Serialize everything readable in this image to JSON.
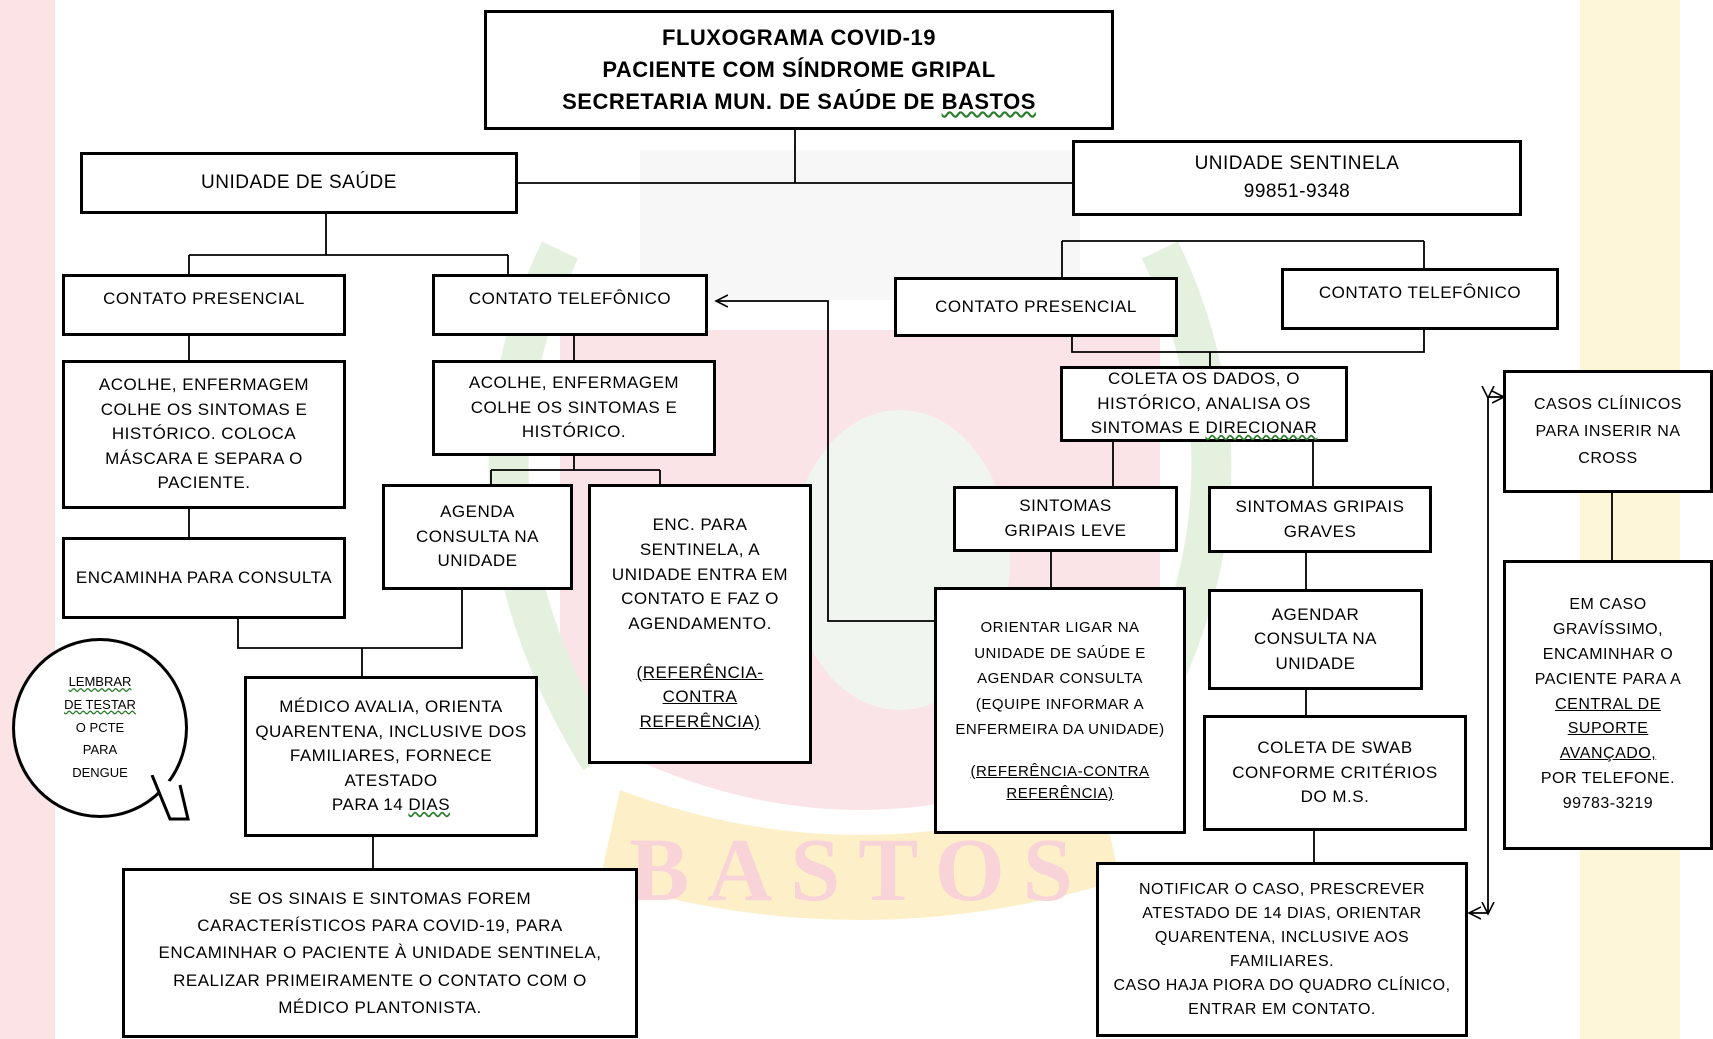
{
  "title": {
    "line1": "FLUXOGRAMA COVID-19",
    "line2": "PACIENTE COM SÍNDROME GRIPAL",
    "line3_prefix": "SECRETARIA MUN. DE SAÚDE DE ",
    "line3_city": "BASTOS"
  },
  "left": {
    "unit_title": "UNIDADE DE SAÚDE",
    "presencial": {
      "label": "CONTATO PRESENCIAL",
      "acolhe": "ACOLHE, ENFERMAGEM COLHE OS SINTOMAS E HISTÓRICO. COLOCA MÁSCARA E SEPARA O PACIENTE.",
      "encaminha": "ENCAMINHA PARA CONSULTA"
    },
    "telefonico": {
      "label": "CONTATO TELEFÔNICO",
      "acolhe": "ACOLHE, ENFERMAGEM COLHE OS SINTOMAS E HISTÓRICO.",
      "agenda": "AGENDA CONSULTA NA UNIDADE",
      "enc": "ENC. PARA SENTINELA, A UNIDADE ENTRA EM CONTATO E FAZ O AGENDAMENTO.",
      "enc_ref": "(REFERÊNCIA-CONTRA REFERÊNCIA)"
    },
    "medico_line1": "MÉDICO AVALIA, ORIENTA QUARENTENA, INCLUSIVE DOS FAMILIARES, FORNECE ATESTADO",
    "medico_line2_prefix": "PARA 14 ",
    "medico_line2_word": "DIAS",
    "sinais": "SE OS SINAIS E SINTOMAS FOREM CARACTERÍSTICOS PARA COVID-19, PARA ENCAMINHAR O PACIENTE À UNIDADE SENTINELA, REALIZAR PRIMEIRAMENTE O CONTATO COM O MÉDICO PLANTONISTA.",
    "lembrar": [
      "LEMBRAR",
      "DE TESTAR",
      "O PCTE",
      "PARA",
      "DENGUE"
    ]
  },
  "right": {
    "unit_title": "UNIDADE SENTINELA",
    "unit_phone": "99851-9348",
    "presencial_label": "CONTATO PRESENCIAL",
    "telefonico_label": "CONTATO TELEFÔNICO",
    "coleta_prefix": "COLETA OS DADOS, O HISTÓRICO, ANALISA OS SINTOMAS E ",
    "coleta_word": "DIRECIONAR",
    "leve": "SINTOMAS GRIPAIS LEVE",
    "graves": "SINTOMAS GRIPAIS GRAVES",
    "orientar": "ORIENTAR LIGAR NA UNIDADE DE SAÚDE E AGENDAR CONSULTA (EQUIPE INFORMAR A ENFERMEIRA DA UNIDADE)",
    "orientar_ref": "(REFERÊNCIA-CONTRA REFERÊNCIA)",
    "agendar": "AGENDAR CONSULTA NA UNIDADE",
    "swab": "COLETA DE SWAB CONFORME CRITÉRIOS DO M.S.",
    "notificar_1": "NOTIFICAR O CASO, PRESCREVER ATESTADO DE 14 DIAS, ORIENTAR QUARENTENA, INCLUSIVE AOS FAMILIARES.",
    "notificar_2": "CASO HAJA PIORA DO QUADRO CLÍNICO, ENTRAR EM CONTATO.",
    "cross": "CASOS CLÍINICOS PARA INSERIR NA CROSS",
    "gravissimo_1": "EM CASO GRAVÍSSIMO, ENCAMINHAR O PACIENTE PARA A",
    "gravissimo_link": "CENTRAL DE SUPORTE AVANÇADO,",
    "gravissimo_2": "POR TELEFONE.",
    "gravissimo_phone": "99783-3219"
  },
  "watermark": {
    "text": "BASTOS"
  },
  "colors": {
    "line": "#000000",
    "watermark_red": "#f6d6d8",
    "watermark_yellow": "#fdf3cf",
    "watermark_green": "#dcefd6"
  }
}
